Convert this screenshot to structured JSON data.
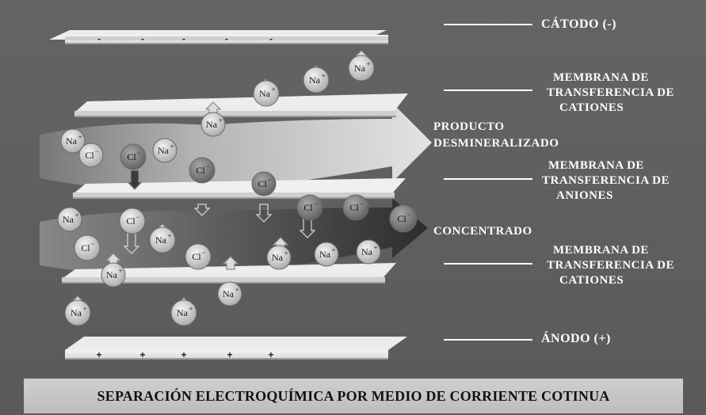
{
  "labels": {
    "cathode": "CÁTODO (-)",
    "membrane_cation_top": [
      "MEMBRANA DE",
      "TRANSFERENCIA DE",
      "CATIONES"
    ],
    "product": [
      "PRODUCTO",
      "DESMINERALIZADO"
    ],
    "membrane_anion": [
      "MEMBRANA DE",
      "TRANSFERENCIA DE",
      "ANIONES"
    ],
    "concentrate": "CONCENTRADO",
    "membrane_cation_bottom": [
      "MEMBRANA DE",
      "TRANSFERENCIA DE",
      "CATIONES"
    ],
    "anode": "ÁNODO (+)"
  },
  "caption": "SEPARACIÓN ELECTROQUÍMICA POR MEDIO DE CORRIENTE COTINUA",
  "ions": {
    "sodium": "Na",
    "sodium_charge": "+",
    "chloride": "Cl",
    "chloride_charge": "−"
  },
  "plate_signs": {
    "cathode": "-",
    "anode": "+"
  },
  "colors": {
    "background": "#5e5e5e",
    "plate": "#e8e8e8",
    "ion_light": "#d9d9d9",
    "ion_dark": "#8a8a8a",
    "text": "#ffffff"
  }
}
